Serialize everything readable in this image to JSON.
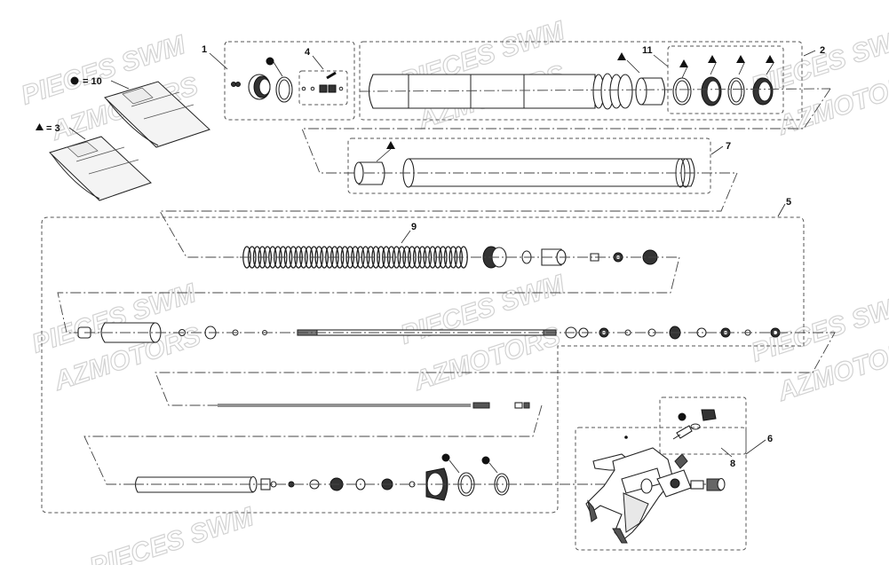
{
  "watermark": {
    "line1": "PIECES SWM",
    "line2": "AZMOTORS"
  },
  "legend": [
    {
      "symbol": "circle",
      "text": "= 10"
    },
    {
      "symbol": "triangle",
      "text": "= 3"
    }
  ],
  "callouts": [
    "1",
    "2",
    "3",
    "4",
    "5",
    "6",
    "7",
    "8",
    "9",
    "10",
    "11"
  ],
  "colors": {
    "line": "#222222",
    "watermark": "#d2d2d2",
    "box": "#555555"
  }
}
